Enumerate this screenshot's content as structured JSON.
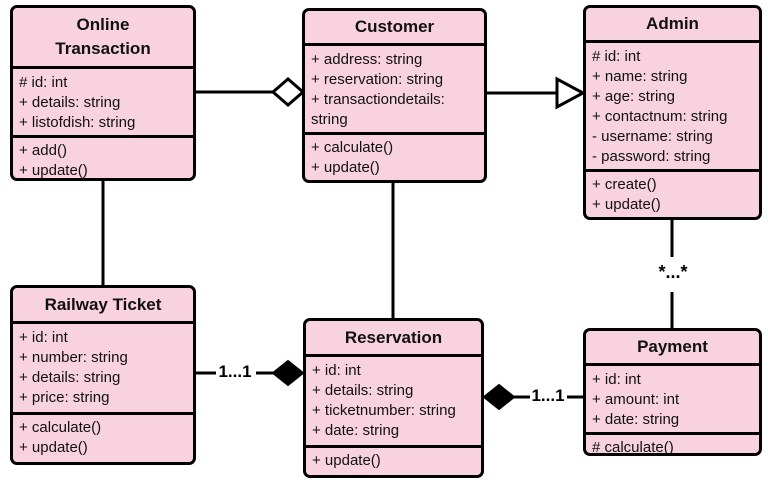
{
  "diagram": {
    "colors": {
      "box_fill": "#f8d2de",
      "box_border": "#000000",
      "connector": "#000000",
      "background": "#ffffff"
    },
    "classes": [
      {
        "id": "online-transaction",
        "title": "Online Transaction",
        "attributes": [
          "# id: int",
          "+ details: string",
          "+ listofdish: string"
        ],
        "methods": [
          "+ add()",
          "+ update()"
        ]
      },
      {
        "id": "customer",
        "title": "Customer",
        "attributes": [
          "+ address: string",
          "+ reservation: string",
          "+ transactiondetails: string"
        ],
        "methods": [
          "+ calculate()",
          "+ update()"
        ]
      },
      {
        "id": "admin",
        "title": "Admin",
        "attributes": [
          "# id: int",
          "+ name: string",
          "+ age: string",
          "+ contactnum: string",
          "- username: string",
          "- password: string"
        ],
        "methods": [
          "+ create()",
          "+ update()"
        ]
      },
      {
        "id": "railway-ticket",
        "title": "Railway Ticket",
        "attributes": [
          "+ id: int",
          "+ number: string",
          "+ details: string",
          "+ price: string"
        ],
        "methods": [
          "+ calculate()",
          "+ update()"
        ]
      },
      {
        "id": "reservation",
        "title": "Reservation",
        "attributes": [
          "+ id: int",
          "+ details: string",
          "+ ticketnumber: string",
          "+ date: string"
        ],
        "methods": [
          "+ update()"
        ]
      },
      {
        "id": "payment",
        "title": "Payment",
        "attributes": [
          "+ id: int",
          "+ amount: int",
          "+ date: string"
        ],
        "methods": [
          "# calculate()"
        ]
      }
    ],
    "connectors": [
      {
        "from": "Online Transaction",
        "to": "Customer",
        "type": "aggregation",
        "label": ""
      },
      {
        "from": "Customer",
        "to": "Admin",
        "type": "generalization",
        "label": ""
      },
      {
        "from": "Online Transaction",
        "to": "Railway Ticket",
        "type": "association",
        "label": ""
      },
      {
        "from": "Customer",
        "to": "Reservation",
        "type": "association",
        "label": ""
      },
      {
        "from": "Railway Ticket",
        "to": "Reservation",
        "type": "composition",
        "label": "1...1"
      },
      {
        "from": "Reservation",
        "to": "Payment",
        "type": "composition",
        "label": "1...1"
      },
      {
        "from": "Admin",
        "to": "Payment",
        "type": "association",
        "label": "*...*"
      }
    ]
  }
}
